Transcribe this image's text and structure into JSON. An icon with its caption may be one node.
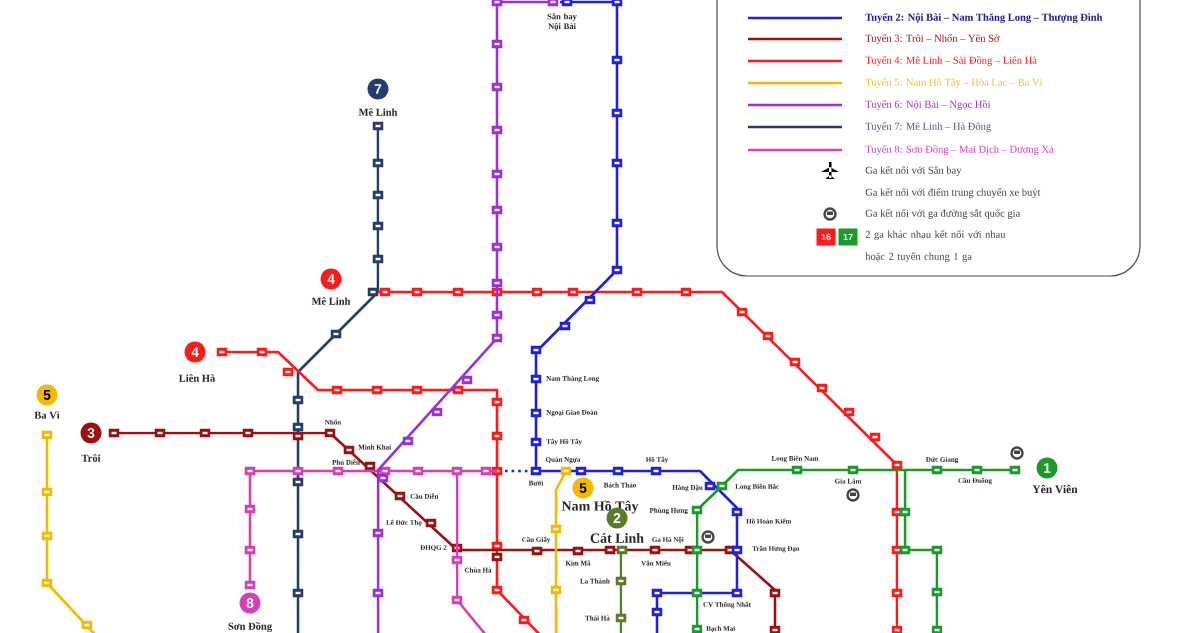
{
  "diagram": {
    "nodes": [
      {
        "text": [
          "7"
        ],
        "beside": [
          "Mê Linh"
        ]
      },
      {
        "text": [
          "4"
        ],
        "beside": [
          "Mê Linh"
        ]
      },
      {
        "text": [
          "4"
        ],
        "beside": [
          "Liên Hà"
        ]
      },
      {
        "text": [
          "5"
        ],
        "beside": [
          "Ba Vì"
        ]
      },
      {
        "text": [
          "3"
        ],
        "beside": [
          "Trôi"
        ]
      },
      {
        "text": [
          "5"
        ],
        "beside": [
          "Nam Hồ Tây"
        ]
      },
      {
        "text": [
          "2"
        ],
        "beside": [
          "Cát Linh"
        ]
      },
      {
        "text": [
          "8"
        ],
        "beside": [
          "Sơn Đồng"
        ]
      },
      {
        "text": [
          "1"
        ],
        "beside": [
          "Yên Viên"
        ]
      }
    ],
    "labels": [
      "Sân bay Nội Bài",
      "Nam Thăng Long",
      "Ngoại Giao Đoàn",
      "Tây Hồ Tây",
      "Nhổn",
      "Minh Khai",
      "Phú Diễn",
      "Quán Ngựa",
      "Hồ Tây",
      "Long Biên Nam",
      "Đức Giang",
      "Bưởi",
      "Bách Thảo",
      "Hàng Đậu",
      "Long Biên Bắc",
      "Gia Lâm",
      "Cầu Đuống",
      "Cầu Diễn",
      "Phùng Hưng",
      "Lê Đức Thọ",
      "Hồ Hoàn Kiếm",
      "Cầu Giấy",
      "Ga Hà Nội",
      "ĐHQG 2",
      "Trần Hưng Đạo",
      "Chùa Hà",
      "Kim Mã",
      "Văn Miếu",
      "La Thành",
      "CV Thống Nhất",
      "Thái Hà",
      "Bạch Mai",
      "16",
      "17"
    ],
    "legend": [
      {
        "text": "Tuyến 2: Nội Bài – Nam Thăng Long – Thượng Đình"
      },
      {
        "text": "Tuyến 3: Trôi – Nhổn – Yên Sở"
      },
      {
        "text": "Tuyến 4: Mê Linh – Sài Đồng – Liên Hà"
      },
      {
        "text": "Tuyến 5: Nam Hồ Tây – Hòa Lạc – Ba Vì"
      },
      {
        "text": "Tuyến 6: Nội Bài – Ngọc Hồi"
      },
      {
        "text": "Tuyến 7: Mê Linh – Hà Đông"
      },
      {
        "text": "Tuyến 8: Sơn Đồng – Mai Dịch – Dương Xá"
      },
      {
        "text": "Ga kết nối với Sân bay"
      },
      {
        "text": "Ga kết nối với điểm trung chuyển xe buýt"
      },
      {
        "text": "Ga kết nối với ga đường sắt quốc gia"
      },
      {
        "text": "2 ga khác nhau kết nối với nhau hoặc 2 tuyến chung 1 ga"
      }
    ]
  }
}
